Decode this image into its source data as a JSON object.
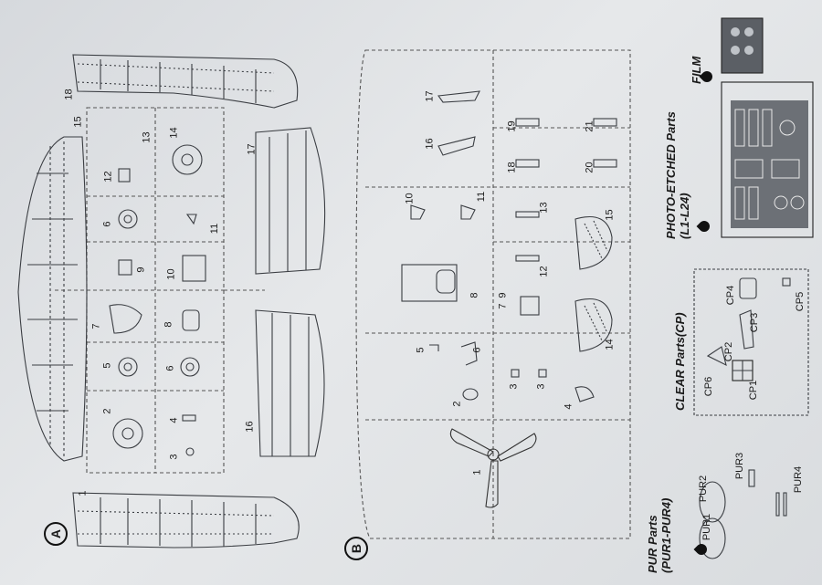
{
  "sprues": {
    "a": {
      "label": "A"
    },
    "b": {
      "label": "B"
    }
  },
  "sprue_a_numbers": [
    "1",
    "2",
    "3",
    "4",
    "5",
    "6",
    "7",
    "8",
    "9",
    "10",
    "11",
    "12",
    "13",
    "14",
    "15",
    "16",
    "17",
    "18",
    "6"
  ],
  "sprue_b_numbers": [
    "1",
    "2",
    "3",
    "3",
    "4",
    "5",
    "6",
    "7",
    "8",
    "9",
    "10",
    "11",
    "12",
    "13",
    "14",
    "15",
    "16",
    "17",
    "18",
    "19",
    "20",
    "21"
  ],
  "sections": {
    "pur": {
      "title": "PUR Parts",
      "subtitle": "(PUR1-PUR4)",
      "parts": [
        "PUR1",
        "PUR2",
        "PUR3",
        "PUR4"
      ]
    },
    "clear": {
      "title": "CLEAR Parts(CP)",
      "parts": [
        "CP1",
        "CP2",
        "CP3",
        "CP4",
        "CP5",
        "CP6"
      ]
    },
    "photo": {
      "title": "PHOTO-ETCHED Parts",
      "subtitle": "(L1-L24)"
    },
    "film": {
      "title": "FILM"
    }
  },
  "colors": {
    "line": "#3a3d42",
    "ink": "#111111"
  }
}
